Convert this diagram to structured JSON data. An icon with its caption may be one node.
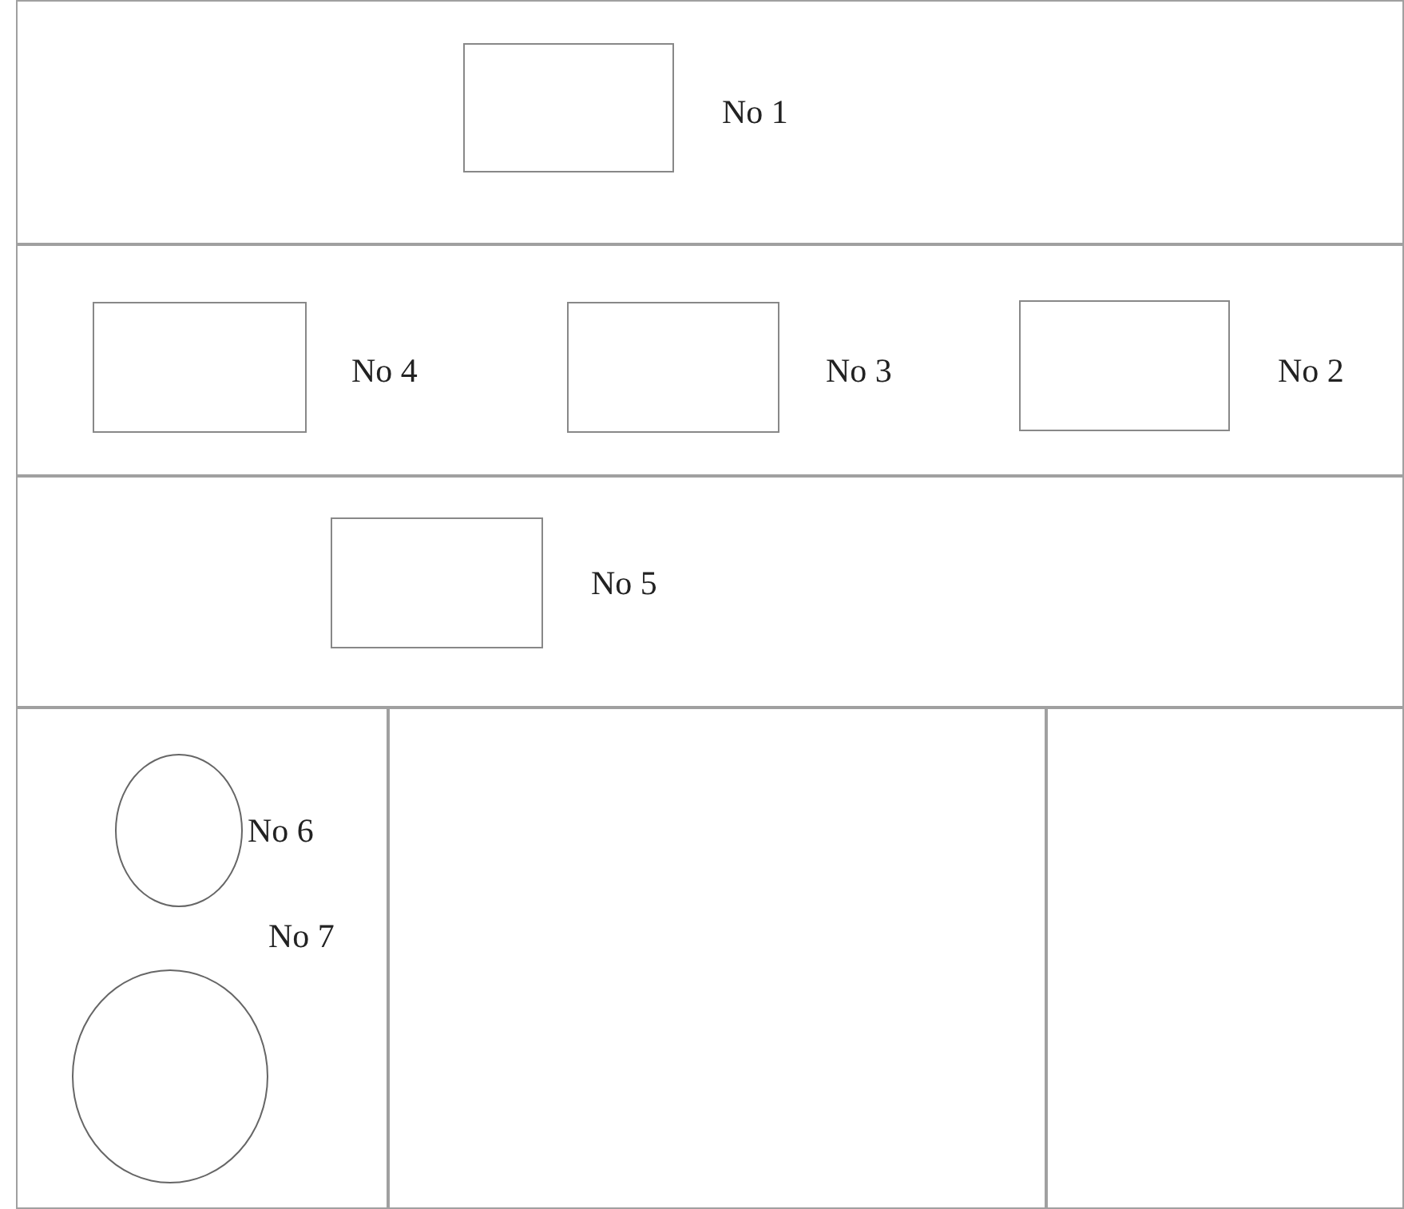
{
  "diagram": {
    "nodes": [
      {
        "text": [],
        "shape": "box"
      },
      {
        "text": [],
        "shape": "box",
        "in": 0,
        "beside": [
          "No 1"
        ]
      },
      {
        "text": [],
        "shape": "box"
      },
      {
        "text": [],
        "shape": "box",
        "in": 2,
        "beside": [
          "No 4"
        ]
      },
      {
        "text": [],
        "shape": "box",
        "in": 2,
        "beside": [
          "No 3"
        ]
      },
      {
        "text": [],
        "shape": "box",
        "in": 2,
        "beside": [
          "No 2"
        ]
      },
      {
        "text": [],
        "shape": "box"
      },
      {
        "text": [],
        "shape": "box",
        "in": 6,
        "beside": [
          "No 5"
        ]
      },
      {
        "text": [],
        "shape": "box"
      },
      {
        "text": [],
        "shape": "circle",
        "in": 8,
        "beside": [
          "No 6"
        ]
      },
      {
        "text": [],
        "shape": "circle",
        "in": 8,
        "beside": [
          "No 7"
        ]
      },
      {
        "text": [],
        "shape": "box"
      },
      {
        "text": [],
        "shape": "box"
      }
    ]
  }
}
